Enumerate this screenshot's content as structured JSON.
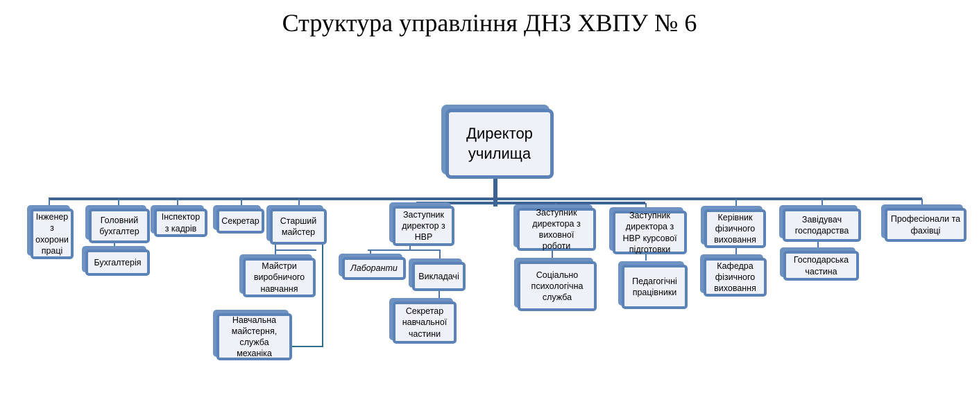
{
  "title": "Структура управління ДНЗ ХВПУ № 6",
  "nodes": {
    "director": "Директор\nучилища",
    "safety_engineer": "Інженер\nз\nохорони\nпраці",
    "chief_accountant": "Головний\nбухгалтер",
    "accounting": "Бухгалтерія",
    "hr_inspector": "Інспектор\nз кадрів",
    "secretary": "Секретар",
    "senior_master": "Старший\nмайстер",
    "production_masters": "Майстри\nвиробничого\nнавчання",
    "workshop": "Навчальна\nмайстерня,\nслужба\nмеханіка",
    "deputy_nvr": "Заступник\nдиректор з\nНВР",
    "lab_assistants": "Лаборанти",
    "teachers": "Викладачі",
    "academic_secretary": "Секретар\nнавчальної\nчастини",
    "deputy_upbringing": "Заступник\nдиректора з\nвиховної\nроботи",
    "social_service": "Соціально\nпсихологічна\nслужба",
    "deputy_course": "Заступник\nдиректора з\nНВР курсової\nпідготовки",
    "pedagogical_staff": "Педагогічні\nпрацівники",
    "pe_head": "Керівник\nфізичного\nвиховання",
    "pe_department": "Кафедра\nфізичного\nвиховання",
    "household_head": "Завідувач\nгосподарства",
    "household_unit": "Господарська\nчастина",
    "professionals": "Професіонали та\nфахівці"
  }
}
